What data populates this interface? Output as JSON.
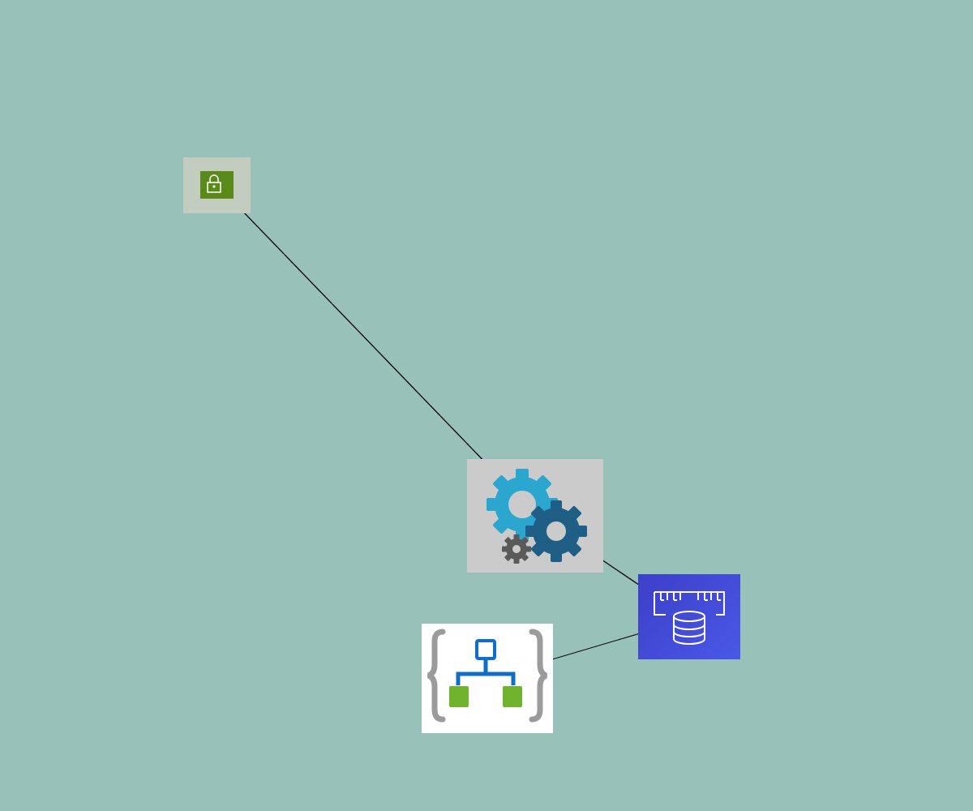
{
  "diagram": {
    "background": "#98c1b9",
    "nodes": [
      {
        "id": "lock",
        "icon": "lock-icon",
        "fill": "#5a8a1a",
        "frame": "#c3cdbf"
      },
      {
        "id": "gears",
        "icon": "gears-icon",
        "colors": [
          "#2aa6cf",
          "#1f5f86",
          "#5a5a5a"
        ],
        "frame": "#cbcbcb"
      },
      {
        "id": "memdb",
        "icon": "memory-database-icon",
        "colors": [
          "#3c3fc9",
          "#4a58e6"
        ]
      },
      {
        "id": "logic",
        "icon": "logic-app-icon",
        "colors": [
          "#0f6fc6",
          "#6fb42c",
          "#9b9b9b"
        ],
        "frame": "#ffffff"
      }
    ],
    "edges": [
      {
        "from": "gears",
        "to": "lock",
        "arrow": "both"
      },
      {
        "from": "memdb",
        "to": "gears",
        "arrow": "both"
      },
      {
        "from": "logic",
        "to": "memdb",
        "arrow": "end"
      }
    ],
    "edge_color": "#000000"
  }
}
